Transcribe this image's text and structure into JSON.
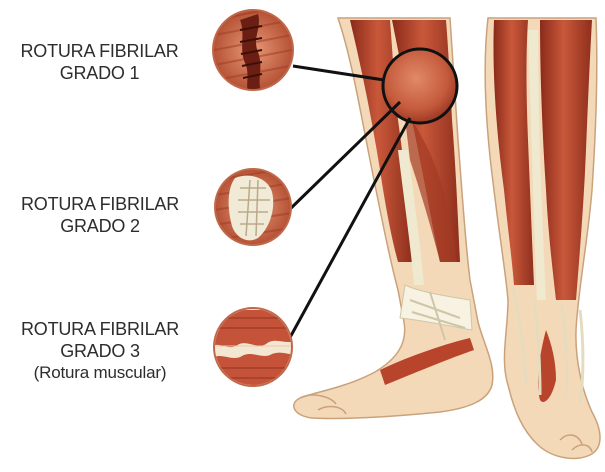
{
  "labels": [
    {
      "lines": [
        "ROTURA FIBRILAR",
        "GRADO 1"
      ]
    },
    {
      "lines": [
        "ROTURA FIBRILAR",
        "GRADO 2"
      ]
    },
    {
      "lines": [
        "ROTURA FIBRILAR",
        "GRADO 3",
        "(Rotura muscular)"
      ]
    }
  ],
  "colors": {
    "muscle": "#b8442c",
    "muscle_light": "#d9745a",
    "muscle_dark": "#8a2a1a",
    "tendon": "#efe9cf",
    "skin": "#f4d9b8",
    "bone": "#f7f2e2",
    "outline": "#111111",
    "text": "#2d2d2d"
  }
}
